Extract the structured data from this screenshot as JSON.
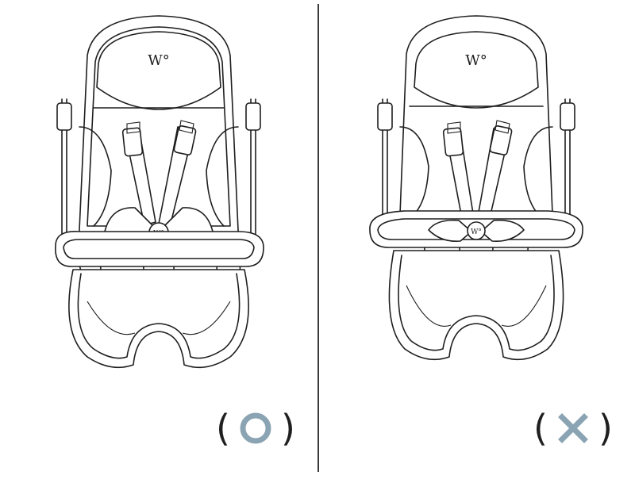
{
  "logo_text": "W°",
  "colors": {
    "mark": "#8ba4b3",
    "line": "#1e1e1e"
  },
  "panels": [
    {
      "id": "correct",
      "verdict_mark": "circle-icon",
      "paren_open": "(",
      "paren_close": ")"
    },
    {
      "id": "incorrect",
      "verdict_mark": "cross-icon",
      "paren_open": "(",
      "paren_close": ")"
    }
  ]
}
